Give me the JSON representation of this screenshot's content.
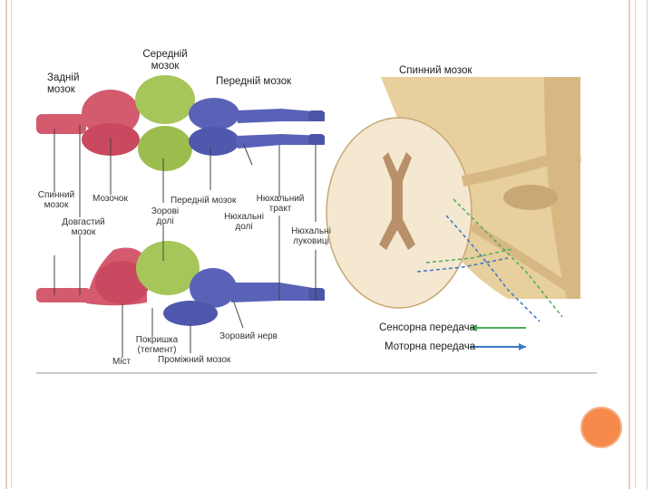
{
  "colors": {
    "hindbrain": "#d45a6e",
    "midbrain": "#a6c65a",
    "forebrain": "#5a62b8",
    "spinal": "#e8cf9e",
    "sensory_arrow": "#4cae5a",
    "motor_arrow": "#3a78c8",
    "accent": "#f58a4a"
  },
  "labels": {
    "hindbrain": "Задній\nмозок",
    "midbrain": "Середній\nмозок",
    "forebrain": "Передній мозок",
    "spinal_cord_title": "Спинний мозок",
    "spinal_cord": "Спинний\nмозок",
    "cerebellum": "Мозочок",
    "forebrain_small": "Передній мозок",
    "olfactory_tract": "Нюхальний\nтракт",
    "optic_lobes": "Зорові\nдолі",
    "olfactory_lobes": "Нюхальні\nдолі",
    "medulla": "Довгастий\nмозок",
    "olfactory_bulbs": "Нюхальні\nлуковиці",
    "tegmentum": "Покришка\n(тегмент)",
    "optic_nerve": "Зоровий нерв",
    "pons": "Міст",
    "diencephalon": "Проміжний мозок",
    "sensory": "Сенсорна передача",
    "motor": "Моторна передача"
  }
}
